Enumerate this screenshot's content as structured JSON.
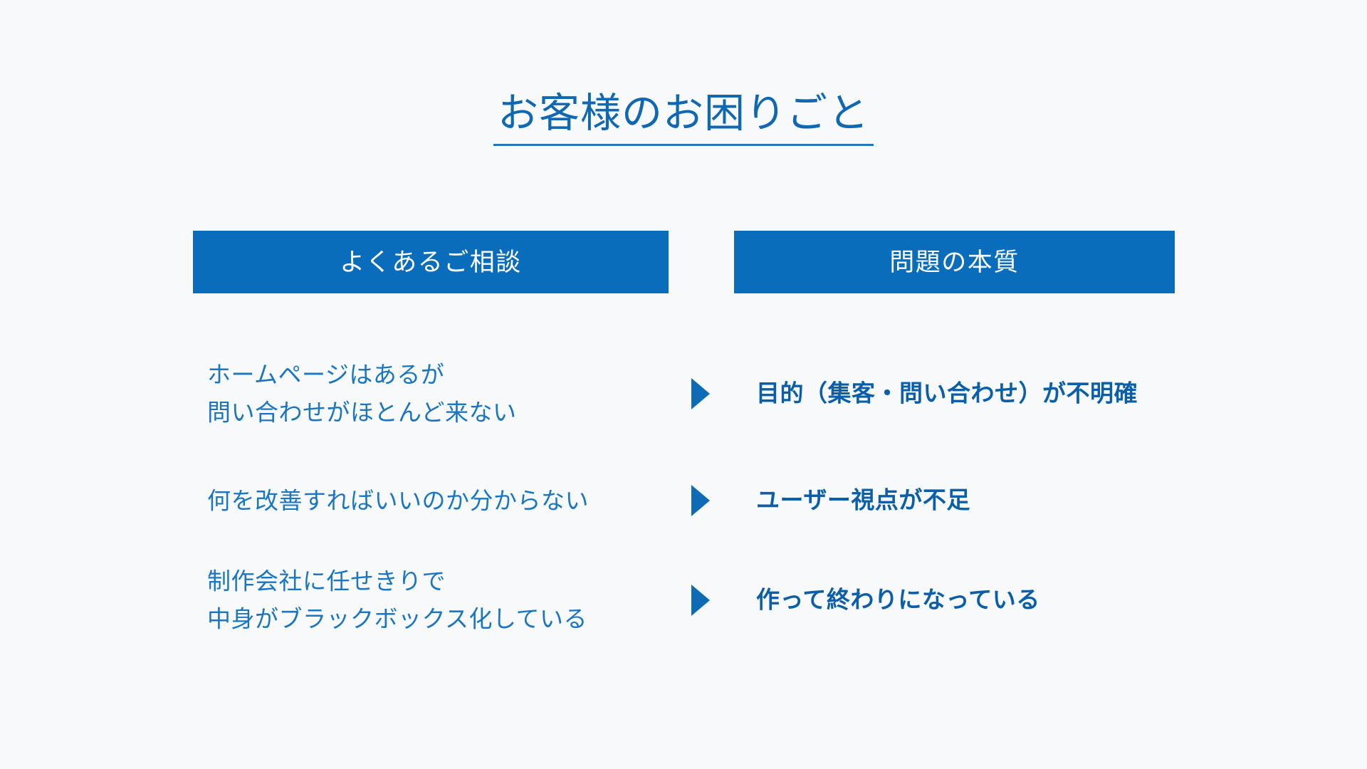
{
  "slide": {
    "background_color": "#f8f9fa",
    "accent_color": "#0a6dbb",
    "title": "お客様のお困りごと"
  },
  "columns": {
    "left_header": "よくあるご相談",
    "right_header": "問題の本質"
  },
  "rows": [
    {
      "complaint_line1": "ホームページはあるが",
      "complaint_line2": "問い合わせがほとんど来ない",
      "arrow": "triangle-right-icon",
      "essence": "目的（集客・問い合わせ）が不明確"
    },
    {
      "complaint_line1": "何を改善すればいいのか分からない",
      "complaint_line2": "",
      "arrow": "triangle-right-icon",
      "essence": "ユーザー視点が不足"
    },
    {
      "complaint_line1": "制作会社に任せきりで",
      "complaint_line2": "中身がブラックボックス化している",
      "arrow": "triangle-right-icon",
      "essence": "作って終わりになっている"
    }
  ]
}
